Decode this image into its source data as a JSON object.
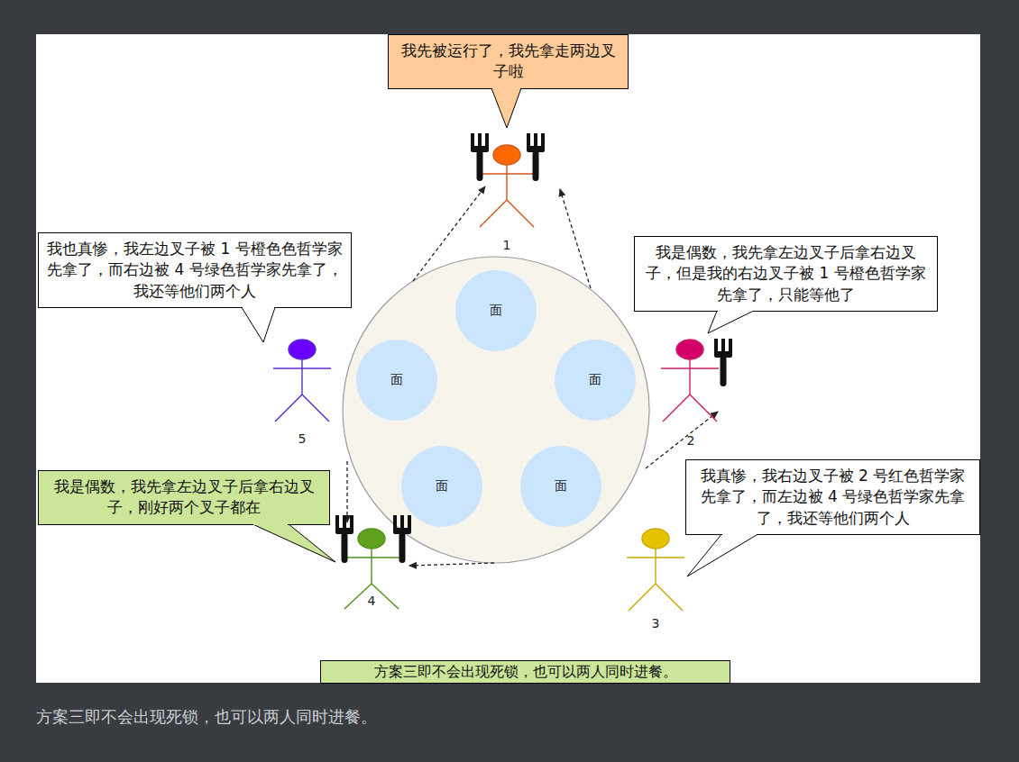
{
  "diagram": {
    "caption": "方案三即不会出现死锁，也可以两人同时进餐。",
    "nodes": [
      {
        "text": [
          "我先被运行了，我先拿走两边叉子啦"
        ]
      },
      {
        "text": [
          "我也真惨，我左边叉子被 1 号橙色色哲学家先拿了，而右边被 4 号绿色哲学家先拿了，我还等他们两个人"
        ]
      },
      {
        "text": [
          "我是偶数，我先拿左边叉子后拿右边叉子，但是我的右边叉子被 1 号橙色哲学家先拿了，只能等他了"
        ]
      },
      {
        "text": [
          "面"
        ]
      },
      {
        "text": [
          "面"
        ]
      },
      {
        "text": [
          "面"
        ]
      },
      {
        "text": [
          "面"
        ]
      },
      {
        "text": [
          "面"
        ]
      },
      {
        "text": [
          "我是偶数，我先拿左边叉子后拿右边叉子，刚好两个叉子都在"
        ]
      },
      {
        "text": [
          "我真惨，我右边叉子被 2 号红色哲学家先拿了，而左边被 4 号绿色哲学家先拿了，我还等他们两个人"
        ]
      },
      {
        "text": [
          "方案三即不会出现死锁，也可以两人同时进餐。"
        ]
      }
    ],
    "labels": [
      "1",
      "2",
      "3",
      "4",
      "5"
    ]
  }
}
